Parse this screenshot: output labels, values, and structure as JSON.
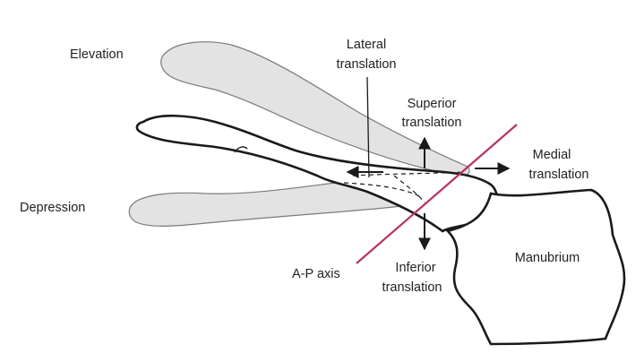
{
  "diagram": {
    "labels": {
      "elevation": "Elevation",
      "depression": "Depression",
      "lateral_1": "Lateral",
      "lateral_2": "translation",
      "superior_1": "Superior",
      "superior_2": "translation",
      "medial_1": "Medial",
      "medial_2": "translation",
      "inferior_1": "Inferior",
      "inferior_2": "translation",
      "ap_axis": "A-P axis",
      "manubrium": "Manubrium"
    },
    "colors": {
      "outline": "#1a1a1a",
      "ghost_fill": "#e3e3e3",
      "ghost_stroke": "#7a7a7a",
      "axis": "#b8365a",
      "text": "#222222"
    }
  }
}
